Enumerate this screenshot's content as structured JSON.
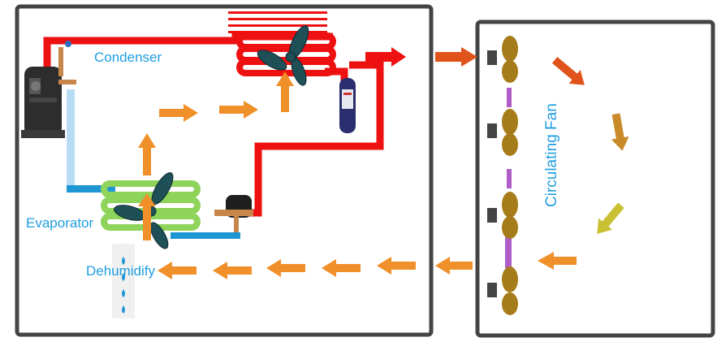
{
  "labels": {
    "condenser": "Condenser",
    "evaporator": "Evaporator",
    "dehumidify": "Dehumidify",
    "circulating_fan": "Circulating Fan"
  },
  "colors": {
    "frame": "#444444",
    "hot_pipe": "#ee1111",
    "cold_pipe": "#1f96d4",
    "light_pipe": "#b9dcf5",
    "evaporator_coil": "#8ed35a",
    "air_flow": "#f0902a",
    "label_text": "#1f9ee0",
    "fan_blade": "#a67c1a",
    "fan_link": "#b05cc8",
    "return_arrow_1": "#e0531b",
    "return_arrow_2": "#c98a2a",
    "return_arrow_3": "#c9c033"
  },
  "icons": [
    "compressor-icon",
    "condenser-fan-icon",
    "evaporator-fan-icon",
    "receiver-tank-icon",
    "expansion-valve-icon",
    "water-drop-icon",
    "circulating-fan-icon"
  ]
}
